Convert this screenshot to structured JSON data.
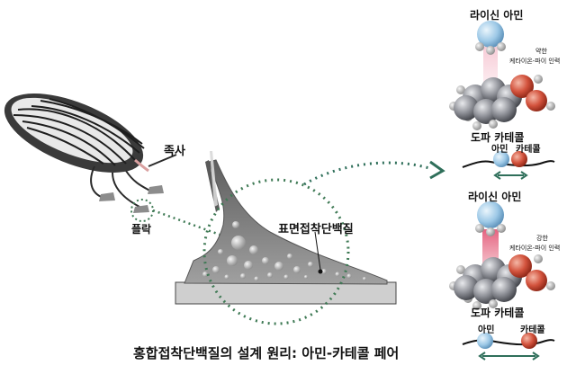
{
  "labels": {
    "byssus": "족사",
    "plaque": "플락",
    "surface_protein": "표면접착단백질",
    "title": "홍합접착단백질의 설계 원리: 아민-카테콜 페어",
    "top_amine": "라이신 아민",
    "top_interaction_1": "약한",
    "top_interaction_2": "케타이온-파이 인력",
    "top_catechol": "도파 카테콜",
    "top_pair_amine": "아민",
    "top_pair_catechol": "카테콜",
    "bottom_amine": "라이신 아민",
    "bottom_interaction_1": "강한",
    "bottom_interaction_2": "케타이온-파이 인력",
    "bottom_catechol": "도파 카테콜",
    "bottom_pair_amine": "아민",
    "bottom_pair_catechol": "카테콜"
  },
  "colors": {
    "shell_dark": "#2a2a2a",
    "plaque_grey": "#8c8c8c",
    "dotted_green": "#3f7a55",
    "amine_blue": "#9cc8e6",
    "catechol_red": "#c9412f",
    "ring_grey": "#7d7f86",
    "weak_beam": "#f0b0c0",
    "strong_beam": "#e0506e",
    "arrow_green": "#2f6f5a"
  },
  "icons": [
    "mussel-icon",
    "amine-molecule-icon",
    "catechol-ring-icon",
    "double-arrow-icon"
  ]
}
